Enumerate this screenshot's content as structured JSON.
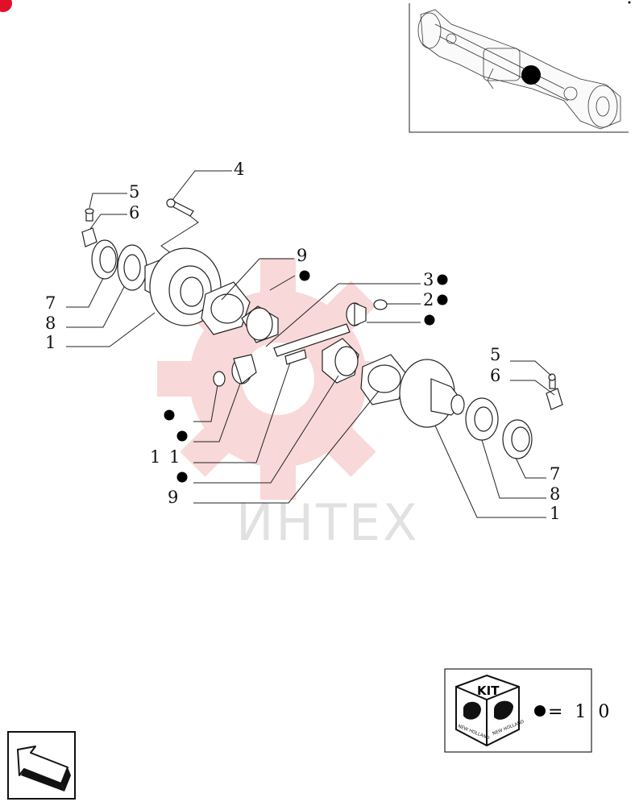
{
  "callouts": [
    {
      "id": "c4a",
      "text": "4"
    },
    {
      "id": "c5a",
      "text": "5"
    },
    {
      "id": "c6a",
      "text": "6"
    },
    {
      "id": "c9a",
      "text": "9"
    },
    {
      "id": "c7a",
      "text": "7"
    },
    {
      "id": "c8a",
      "text": "8"
    },
    {
      "id": "c1a",
      "text": "1"
    },
    {
      "id": "c3",
      "text": "3"
    },
    {
      "id": "c2",
      "text": "2"
    },
    {
      "id": "c11",
      "text": "1 1"
    },
    {
      "id": "c9b",
      "text": "9"
    },
    {
      "id": "c5b",
      "text": "5"
    },
    {
      "id": "c6b",
      "text": "6"
    },
    {
      "id": "c7b",
      "text": "7"
    },
    {
      "id": "c8b",
      "text": "8"
    },
    {
      "id": "c1b",
      "text": "1"
    }
  ],
  "watermark": {
    "text": "ИНТЕХ",
    "color": "#f2b8b8"
  },
  "kit": {
    "label": "KIT",
    "brand": "NEW HOLLAND",
    "equation": "= 1 0"
  },
  "colors": {
    "line": "#222222",
    "watermark_gear": "#f3c0c0",
    "badge": "#e0102a"
  }
}
